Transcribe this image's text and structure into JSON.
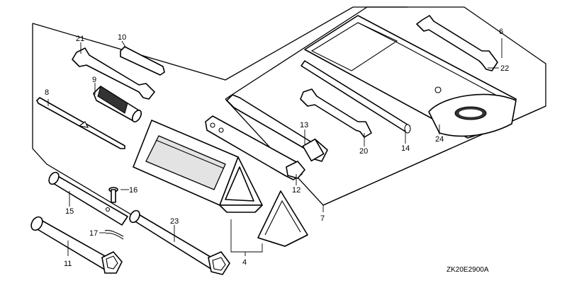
{
  "callouts": {
    "c4": "4",
    "c6": "6",
    "c7": "7",
    "c8": "8",
    "c9": "9",
    "c10": "10",
    "c11": "11",
    "c12": "12",
    "c13": "13",
    "c14": "14",
    "c15": "15",
    "c16": "16",
    "c17": "17",
    "c20": "20",
    "c21": "21",
    "c22": "22",
    "c23": "23",
    "c24": "24"
  },
  "diagram_code": "ZK20E2900A"
}
